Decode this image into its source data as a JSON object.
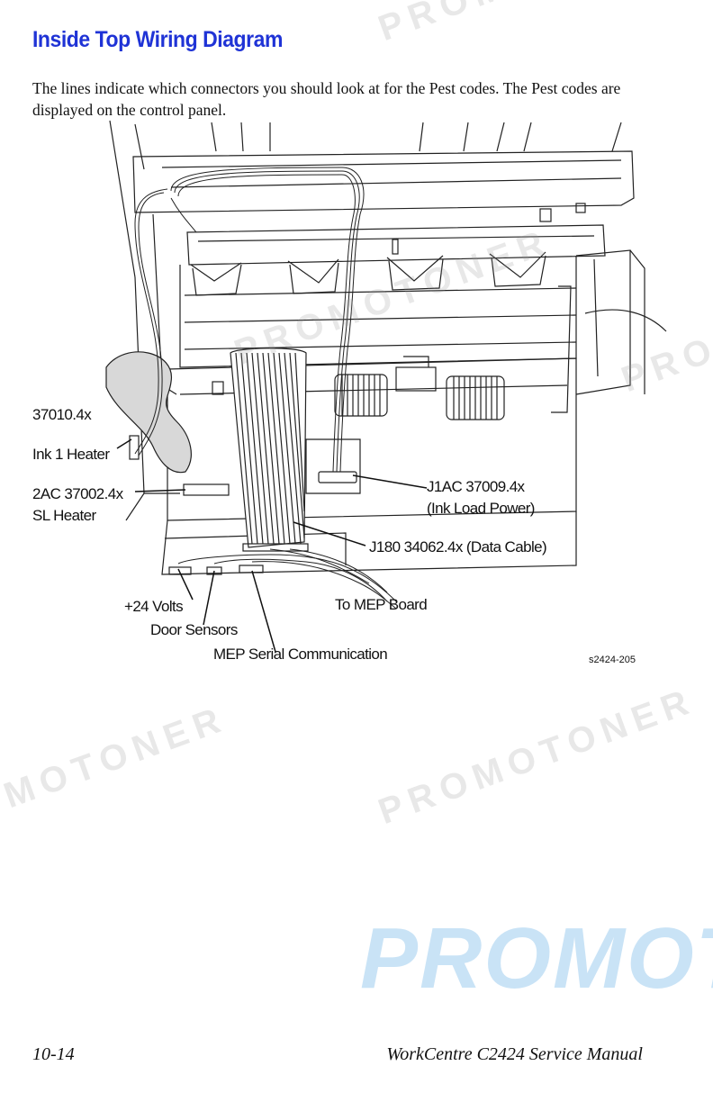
{
  "page": {
    "title": "Inside Top Wiring Diagram",
    "intro": "The lines indicate which connectors you should look at for the Pest codes. The Pest codes are displayed on the control panel.",
    "footer_left": "10-14",
    "footer_right": "WorkCentre C2424 Service Manual"
  },
  "diagram": {
    "labels": {
      "j_ink1_line1": "37010.4x",
      "j_ink1_line2": "Ink 1 Heater",
      "j_rsl_line1": "2AC 37002.4x",
      "j_rsl_line2": "SL Heater",
      "j1ac_line1": "J1AC 37009.4x",
      "j1ac_line2": "(Ink Load Power)",
      "j180": "J180 34062.4x (Data Cable)",
      "plus24": "+24 Volts",
      "to_mep": "To MEP Board",
      "door_sensors": "Door Sensors",
      "mep_serial": "MEP Serial Communication",
      "figure_id": "s2424-205"
    }
  },
  "watermarks": {
    "text": "PROMOTONER",
    "logo": "PROMOT"
  }
}
